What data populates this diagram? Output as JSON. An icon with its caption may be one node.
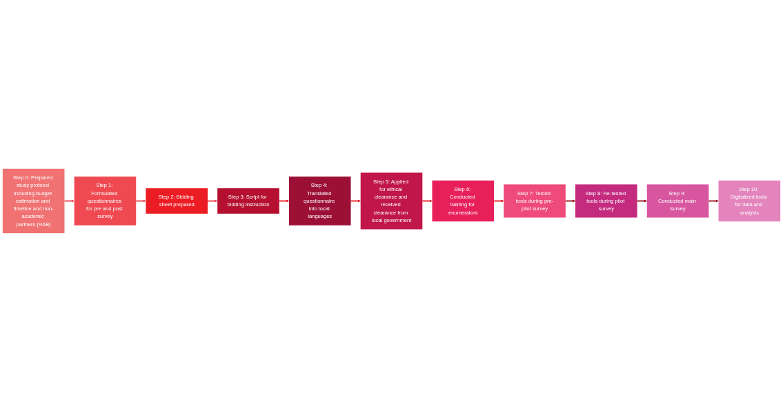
{
  "diagram": {
    "nodes": [
      {
        "text": [
          "Step 0: Prepared study protocol including budget estimation and timeline and non-academic partners (RAB)"
        ]
      },
      {
        "text": [
          "Step 1: Formulated questionnaires for pre and post survey"
        ]
      },
      {
        "text": [
          "Step 2: Bidding sheet prepared"
        ]
      },
      {
        "text": [
          "Step 3: Script for bidding instruction"
        ]
      },
      {
        "text": [
          "Step 4: Translated questionnaire into local languages"
        ]
      },
      {
        "text": [
          "Step 5: Applied for ethical clearance and received clearance from local government"
        ]
      },
      {
        "text": [
          "Step 6: Conducted training for enumerators"
        ]
      },
      {
        "text": [
          "Step 7: Tested tools during pre-pilot survey"
        ]
      },
      {
        "text": [
          "Step 8: Re-tested tools during pilot survey"
        ]
      },
      {
        "text": [
          "Step 9: Conducted main survey"
        ]
      },
      {
        "text": [
          "Step 10: Digitalized tools for data and analysis"
        ]
      }
    ],
    "edges": [
      {
        "from": 0,
        "to": 1,
        "arrow": "to",
        "color": "#ee4450"
      },
      {
        "from": 1,
        "to": 2,
        "arrow": "to",
        "color": "#ee4450"
      },
      {
        "from": 2,
        "to": 3,
        "arrow": "to",
        "color": "#ee4450"
      },
      {
        "from": 3,
        "to": 4,
        "arrow": "to"
      },
      {
        "from": 4,
        "to": 5,
        "arrow": "to"
      },
      {
        "from": 5,
        "to": 6,
        "arrow": "to"
      },
      {
        "from": 6,
        "to": 7,
        "arrow": "to"
      },
      {
        "from": 7,
        "to": 8,
        "arrow": "to",
        "color": "#9b1420"
      },
      {
        "from": 8,
        "to": 9,
        "arrow": "to",
        "color": "#9b1420"
      },
      {
        "from": 9,
        "to": 10,
        "arrow": "to",
        "color": "#9b1420"
      }
    ]
  }
}
